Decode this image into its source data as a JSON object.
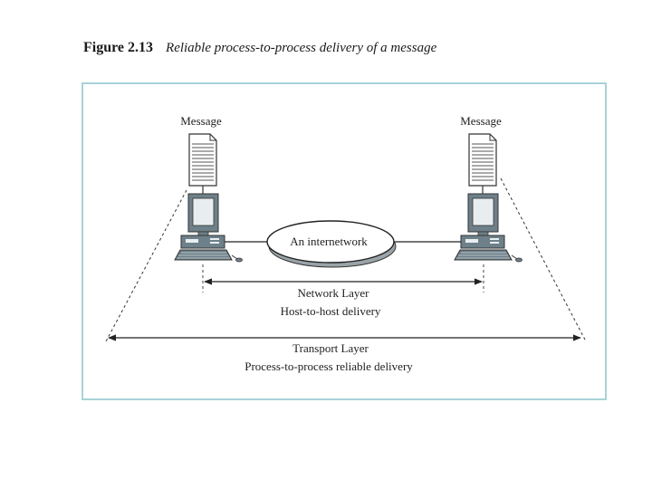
{
  "caption": {
    "figure": "Figure 2.13",
    "title": "Reliable process-to-process delivery of a message"
  },
  "diagram": {
    "left_host": {
      "message_label": "Message"
    },
    "right_host": {
      "message_label": "Message"
    },
    "internetwork_label": "An internetwork",
    "network_layer": {
      "label": "Network Layer",
      "sublabel": "Host-to-host delivery"
    },
    "transport_layer": {
      "label": "Transport Layer",
      "sublabel": "Process-to-process reliable delivery"
    }
  },
  "colors": {
    "panel_border": "#a9d2d8",
    "ink": "#222222",
    "screen": "#e8eef0",
    "computer_body": "#6e8089"
  }
}
